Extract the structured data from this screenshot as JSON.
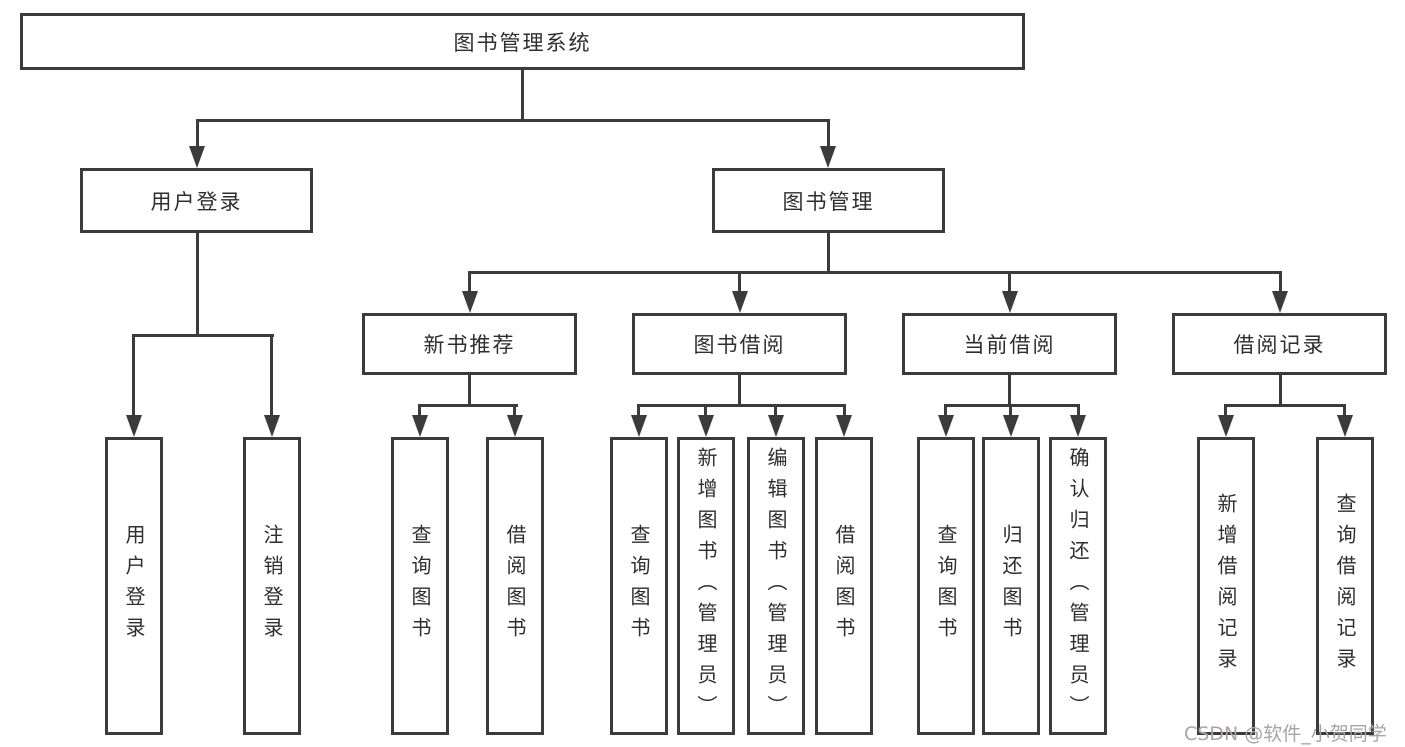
{
  "tree": {
    "label": "图书管理系统",
    "children": [
      {
        "label": "用户登录",
        "children": [
          {
            "label": "用户登录"
          },
          {
            "label": "注销登录"
          }
        ]
      },
      {
        "label": "图书管理",
        "children": [
          {
            "label": "新书推荐",
            "children": [
              {
                "label": "查询图书"
              },
              {
                "label": "借阅图书"
              }
            ]
          },
          {
            "label": "图书借阅",
            "children": [
              {
                "label": "查询图书"
              },
              {
                "label": "新增图书（管理员）"
              },
              {
                "label": "编辑图书（管理员）"
              },
              {
                "label": "借阅图书"
              }
            ]
          },
          {
            "label": "当前借阅",
            "children": [
              {
                "label": "查询图书"
              },
              {
                "label": "归还图书"
              },
              {
                "label": "确认归还（管理员）"
              }
            ]
          },
          {
            "label": "借阅记录",
            "children": [
              {
                "label": "新增借阅记录"
              },
              {
                "label": "查询借阅记录"
              }
            ]
          }
        ]
      }
    ]
  },
  "watermark": "CSDN @软件_小贺同学",
  "colors": {
    "line": "#3b3b3b",
    "node_border": "#3b3b3b",
    "text": "#2e2e2e",
    "watermark": "#aba3a3",
    "background": "#ffffff"
  }
}
